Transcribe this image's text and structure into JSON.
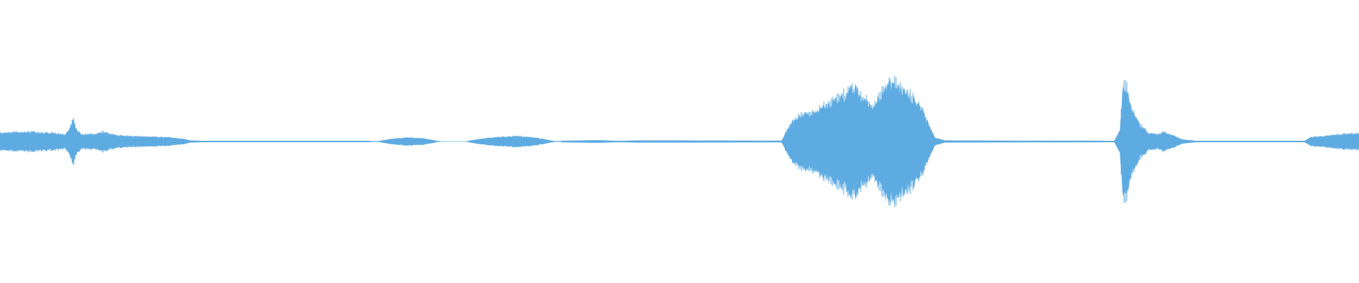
{
  "waveform": {
    "color": "#5eabe2",
    "background": "#ffffff",
    "envelope": [
      [
        0.0,
        0.06
      ],
      [
        0.01,
        0.065
      ],
      [
        0.02,
        0.07
      ],
      [
        0.03,
        0.065
      ],
      [
        0.04,
        0.06
      ],
      [
        0.048,
        0.05
      ],
      [
        0.052,
        0.11
      ],
      [
        0.054,
        0.16
      ],
      [
        0.056,
        0.09
      ],
      [
        0.06,
        0.05
      ],
      [
        0.07,
        0.055
      ],
      [
        0.076,
        0.07
      ],
      [
        0.085,
        0.045
      ],
      [
        0.095,
        0.04
      ],
      [
        0.11,
        0.035
      ],
      [
        0.125,
        0.03
      ],
      [
        0.135,
        0.02
      ],
      [
        0.14,
        0.008
      ],
      [
        0.15,
        0.005
      ],
      [
        0.2,
        0.005
      ],
      [
        0.25,
        0.005
      ],
      [
        0.272,
        0.005
      ],
      [
        0.276,
        0.0
      ],
      [
        0.28,
        0.006
      ],
      [
        0.29,
        0.022
      ],
      [
        0.3,
        0.03
      ],
      [
        0.31,
        0.025
      ],
      [
        0.32,
        0.008
      ],
      [
        0.324,
        0.0
      ],
      [
        0.343,
        0.0
      ],
      [
        0.346,
        0.008
      ],
      [
        0.36,
        0.028
      ],
      [
        0.38,
        0.04
      ],
      [
        0.395,
        0.028
      ],
      [
        0.405,
        0.008
      ],
      [
        0.41,
        0.0
      ],
      [
        0.414,
        0.006
      ],
      [
        0.44,
        0.01
      ],
      [
        0.455,
        0.005
      ],
      [
        0.47,
        0.008
      ],
      [
        0.5,
        0.008
      ],
      [
        0.54,
        0.007
      ],
      [
        0.575,
        0.006
      ],
      [
        0.58,
        0.1
      ],
      [
        0.585,
        0.17
      ],
      [
        0.59,
        0.2
      ],
      [
        0.6,
        0.21
      ],
      [
        0.61,
        0.28
      ],
      [
        0.62,
        0.33
      ],
      [
        0.63,
        0.39
      ],
      [
        0.633,
        0.33
      ],
      [
        0.637,
        0.3
      ],
      [
        0.642,
        0.24
      ],
      [
        0.645,
        0.3
      ],
      [
        0.65,
        0.38
      ],
      [
        0.656,
        0.44
      ],
      [
        0.662,
        0.4
      ],
      [
        0.67,
        0.33
      ],
      [
        0.678,
        0.25
      ],
      [
        0.684,
        0.11
      ],
      [
        0.688,
        0.03
      ],
      [
        0.695,
        0.008
      ],
      [
        0.76,
        0.006
      ],
      [
        0.8,
        0.006
      ],
      [
        0.82,
        0.005
      ],
      [
        0.824,
        0.08
      ],
      [
        0.826,
        0.35
      ],
      [
        0.828,
        0.43
      ],
      [
        0.832,
        0.26
      ],
      [
        0.838,
        0.13
      ],
      [
        0.845,
        0.06
      ],
      [
        0.852,
        0.05
      ],
      [
        0.856,
        0.07
      ],
      [
        0.862,
        0.05
      ],
      [
        0.87,
        0.015
      ],
      [
        0.88,
        0.005
      ],
      [
        0.96,
        0.005
      ],
      [
        0.964,
        0.03
      ],
      [
        0.975,
        0.04
      ],
      [
        0.99,
        0.055
      ],
      [
        1.0,
        0.06
      ]
    ]
  }
}
